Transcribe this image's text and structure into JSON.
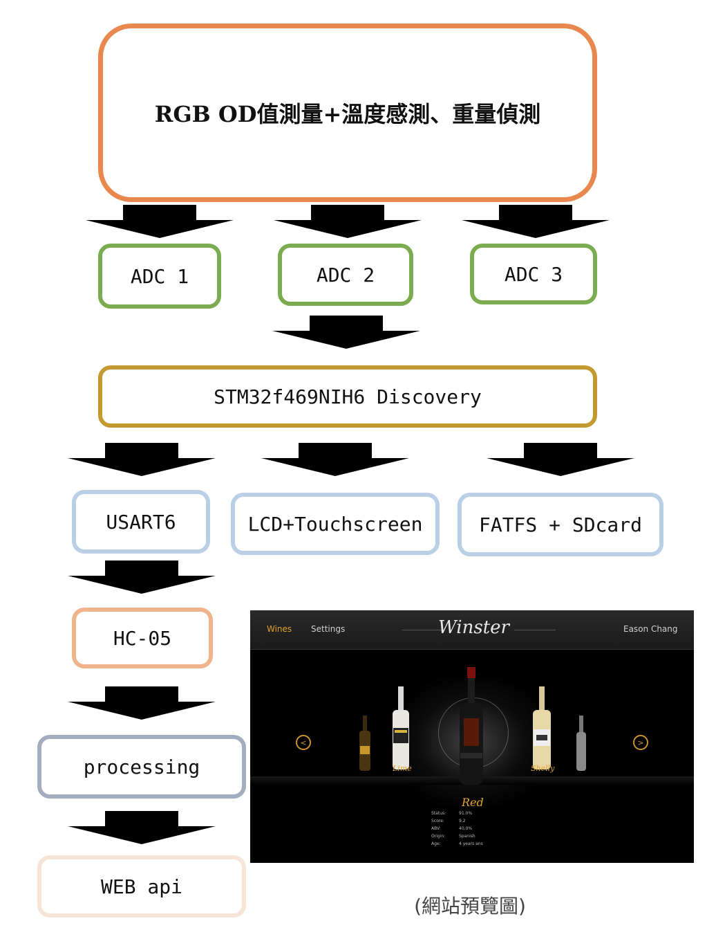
{
  "diagram": {
    "top_box": "RGB OD值測量+溫度感測、重量偵測",
    "adc": [
      "ADC 1",
      "ADC 2",
      "ADC 3"
    ],
    "mcu": "STM32f469NIH6 Discovery",
    "peripherals": [
      "USART6",
      "LCD+Touchscreen",
      "FATFS + SDcard"
    ],
    "bluetooth": "HC-05",
    "processing": "processing",
    "web": "WEB api",
    "caption": "(網站預覽圖)",
    "colors": {
      "top": "#e8884f",
      "adc": "#7aac4f",
      "mcu": "#c49a30",
      "peripheral": "#b8cfe6",
      "hc05": "#f0b48c",
      "processing": "#a3adc0",
      "web": "#f6e4d6"
    }
  },
  "preview": {
    "nav": {
      "wines": "Wines",
      "settings": "Settings",
      "brand": "Winster",
      "user": "Eason Chang"
    },
    "left_arrow": "<",
    "right_arrow": ">",
    "featured": {
      "name": "Red",
      "rows": [
        {
          "label": "Status:",
          "value": "91.0%"
        },
        {
          "label": "Score:",
          "value": "9.2"
        },
        {
          "label": "ABV:",
          "value": "40.0%"
        },
        {
          "label": "Origin:",
          "value": "Spanish"
        },
        {
          "label": "Age:",
          "value": "4 years ans"
        }
      ]
    },
    "left_wine": "Lime",
    "right_wine": "Shelly"
  }
}
